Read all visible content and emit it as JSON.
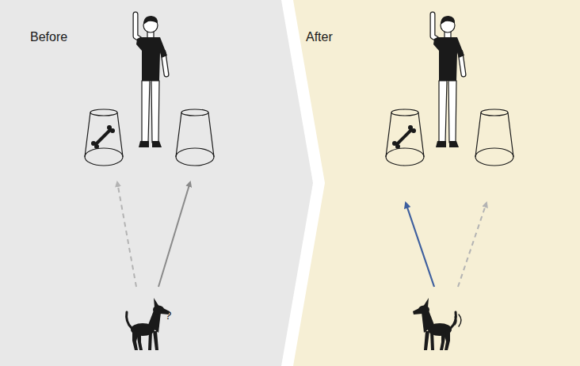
{
  "diagram": {
    "nodes": [
      {
        "text": [
          "Before"
        ]
      },
      {
        "text": [
          "After"
        ]
      }
    ],
    "labels": [
      "?"
    ]
  }
}
